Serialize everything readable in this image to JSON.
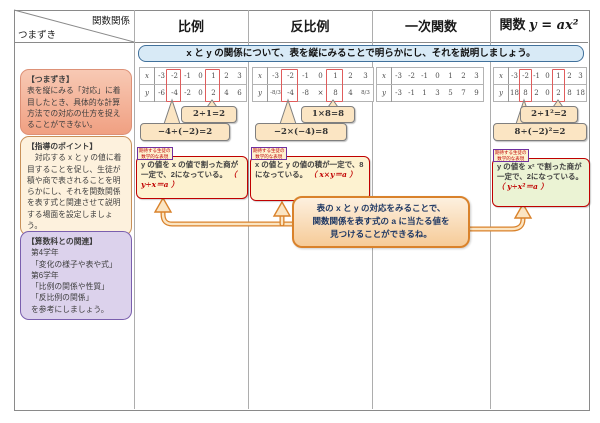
{
  "header": {
    "corner_top": "関数関係",
    "corner_bottom": "つまずき",
    "col_proportion": "比例",
    "col_inverse": "反比例",
    "col_linear": "一次関数",
    "col_quadratic_prefix": "関数",
    "col_quadratic_math": "y = ax²"
  },
  "banner": {
    "text": "x と y の関係について、表を縦にみることで明らかにし、それを説明しましょう。"
  },
  "sidebar": {
    "tsumazuki_title": "【つまずき】",
    "tsumazuki_body": "表を縦にみる「対応」に着目したとき、具体的な計算方法での対応の仕方を捉えることができない。",
    "point_title": "【指導のポイント】",
    "point_body": "　対応する x と y の値に着目することを促し、生徒が積や商で表されることを明らかにし、それを関数関係を表す式と関連させて説明する場面を設定しましょう。",
    "relation_title": "【算数科との関連】",
    "relation_lines": [
      "第4学年",
      "「変化の様子や表や式」",
      "第6学年",
      "「比例の関係や性質」",
      "「反比例の関係」",
      "を参考にしましょう。"
    ]
  },
  "expected_label": {
    "line1": "期待する生徒の",
    "line2": "数学的な表現"
  },
  "prop": {
    "xh": "x",
    "yh": "y",
    "x": [
      "-3",
      "-2",
      "-1",
      "0",
      "1",
      "2",
      "3"
    ],
    "y": [
      "-6",
      "-4",
      "-2",
      "0",
      "2",
      "4",
      "6"
    ],
    "bubble_right": "2÷1=2",
    "bubble_left": "−4÷(−2)=2",
    "note_text": "y の値を x の値で割った商が一定で、2になっている。",
    "note_formula": "（ y÷x＝a ）"
  },
  "inv": {
    "xh": "x",
    "yh": "y",
    "x": [
      "-3",
      "-2",
      "-1",
      "0",
      "1",
      "2",
      "3"
    ],
    "y": [
      "-8/3",
      "-4",
      "-8",
      "×",
      "8",
      "4",
      "8/3"
    ],
    "bubble_right": "1×8=8",
    "bubble_left": "−2×(−4)=8",
    "note_text": "x の値と y の値の積が一定で、8になっている。",
    "note_formula": "（ x×y＝a ）"
  },
  "lin": {
    "xh": "x",
    "yh": "y",
    "x": [
      "-3",
      "-2",
      "-1",
      "0",
      "1",
      "2",
      "3"
    ],
    "y": [
      "-3",
      "-1",
      "1",
      "3",
      "5",
      "7",
      "9"
    ]
  },
  "quad": {
    "xh": "x",
    "yh": "y",
    "x": [
      "-3",
      "-2",
      "-1",
      "0",
      "1",
      "2",
      "3"
    ],
    "y": [
      "18",
      "8",
      "2",
      "0",
      "2",
      "8",
      "18"
    ],
    "bubble_right": "2÷1²=2",
    "bubble_left": "8÷(−2)²=2",
    "note_text": "y の値を x² で割った商が一定で、2になっている。",
    "note_formula": "（ y÷x²＝a ）"
  },
  "center": {
    "line1": "表の x と y の対応をみることで、",
    "line2": "関数関係を表す式の a に当たる値を",
    "line3": "見つけることができるね。"
  },
  "colors": {
    "highlight_red": "#e05c5c",
    "note_border_red": "#c00000",
    "banner_blue_bg": "#d8eaf6",
    "arrow_orange": "#d9822b",
    "bubble_cream": "#fbe5c3"
  }
}
